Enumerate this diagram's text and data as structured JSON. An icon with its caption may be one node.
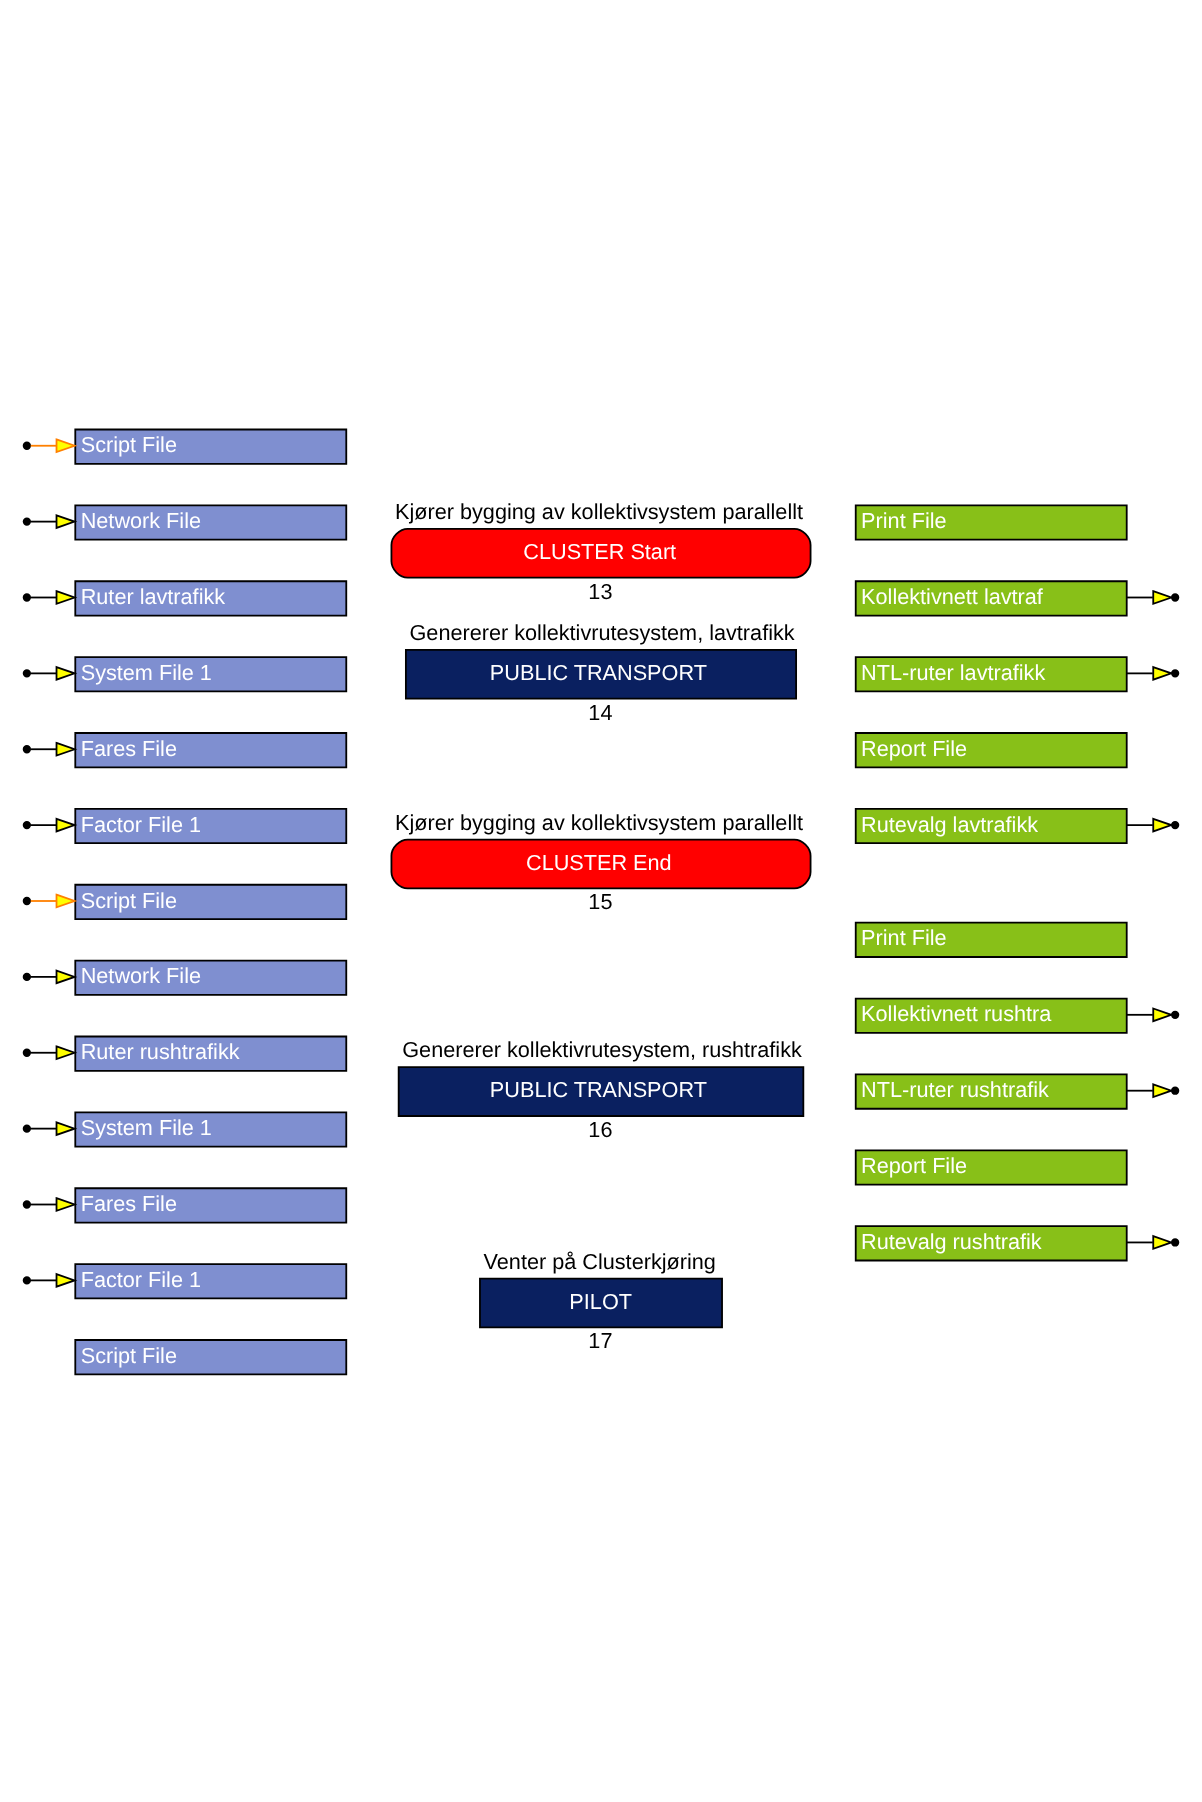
{
  "diagram": {
    "nodes": [
      {
        "text": [
          "Kjører bygging av kollektivsystem parallellt",
          "CLUSTER Start"
        ],
        "beside": [
          "13"
        ]
      },
      {
        "text": [
          "Genererer kollektivrutesystem, lavtrafikk",
          "PUBLIC TRANSPORT"
        ],
        "beside": [
          "14"
        ]
      },
      {
        "text": [
          "Script File"
        ]
      },
      {
        "text": [
          "Network File"
        ]
      },
      {
        "text": [
          "Ruter lavtrafikk"
        ]
      },
      {
        "text": [
          "System File 1"
        ]
      },
      {
        "text": [
          "Fares File"
        ]
      },
      {
        "text": [
          "Factor File 1"
        ]
      },
      {
        "text": [
          "Print File"
        ]
      },
      {
        "text": [
          "Kollektivnett lavtraf"
        ]
      },
      {
        "text": [
          "NTL-ruter lavtrafikk"
        ]
      },
      {
        "text": [
          "Report File"
        ]
      },
      {
        "text": [
          "Rutevalg lavtrafikk"
        ]
      },
      {
        "text": [
          "Kjører bygging av kollektivsystem parallellt",
          "CLUSTER End"
        ],
        "beside": [
          "15"
        ]
      },
      {
        "text": [
          "Genererer kollektivrutesystem, rushtrafikk",
          "PUBLIC TRANSPORT"
        ],
        "beside": [
          "16"
        ]
      },
      {
        "text": [
          "Script File"
        ]
      },
      {
        "text": [
          "Network File"
        ]
      },
      {
        "text": [
          "Ruter rushtrafikk"
        ]
      },
      {
        "text": [
          "System File 1"
        ]
      },
      {
        "text": [
          "Fares File"
        ]
      },
      {
        "text": [
          "Factor File 1"
        ]
      },
      {
        "text": [
          "Print File"
        ]
      },
      {
        "text": [
          "Kollektivnett rushtra"
        ]
      },
      {
        "text": [
          "NTL-ruter rushtrafik"
        ]
      },
      {
        "text": [
          "Report File"
        ]
      },
      {
        "text": [
          "Rutevalg rushtrafik"
        ]
      },
      {
        "text": [
          "Venter på Clusterkjøring",
          "PILOT"
        ],
        "beside": [
          "17"
        ]
      },
      {
        "text": [
          "Script File"
        ]
      }
    ],
    "edges": [
      {
        "from": null,
        "to": 2,
        "arrow": "to",
        "color": "#ff8000"
      },
      {
        "from": null,
        "to": 3,
        "arrow": "to"
      },
      {
        "from": null,
        "to": 4,
        "arrow": "to"
      },
      {
        "from": null,
        "to": 5,
        "arrow": "to"
      },
      {
        "from": null,
        "to": 6,
        "arrow": "to"
      },
      {
        "from": null,
        "to": 7,
        "arrow": "to"
      },
      {
        "from": 9,
        "to": null,
        "arrow": "to"
      },
      {
        "from": 10,
        "to": null,
        "arrow": "to"
      },
      {
        "from": 12,
        "to": null,
        "arrow": "to"
      },
      {
        "from": null,
        "to": 15,
        "arrow": "to",
        "color": "#ff8000"
      },
      {
        "from": null,
        "to": 16,
        "arrow": "to"
      },
      {
        "from": null,
        "to": 17,
        "arrow": "to"
      },
      {
        "from": null,
        "to": 18,
        "arrow": "to"
      },
      {
        "from": null,
        "to": 19,
        "arrow": "to"
      },
      {
        "from": null,
        "to": 20,
        "arrow": "to"
      },
      {
        "from": 22,
        "to": null,
        "arrow": "to"
      },
      {
        "from": 23,
        "to": null,
        "arrow": "to"
      },
      {
        "from": 25,
        "to": null,
        "arrow": "to"
      }
    ]
  }
}
